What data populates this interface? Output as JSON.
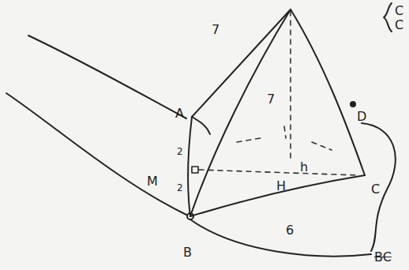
{
  "diagram": {
    "labels": [
      "7",
      "7",
      "A",
      "2",
      "2",
      "M",
      "h",
      "H",
      "D",
      "C",
      "B",
      "6",
      "C",
      "C",
      "BC"
    ]
  }
}
